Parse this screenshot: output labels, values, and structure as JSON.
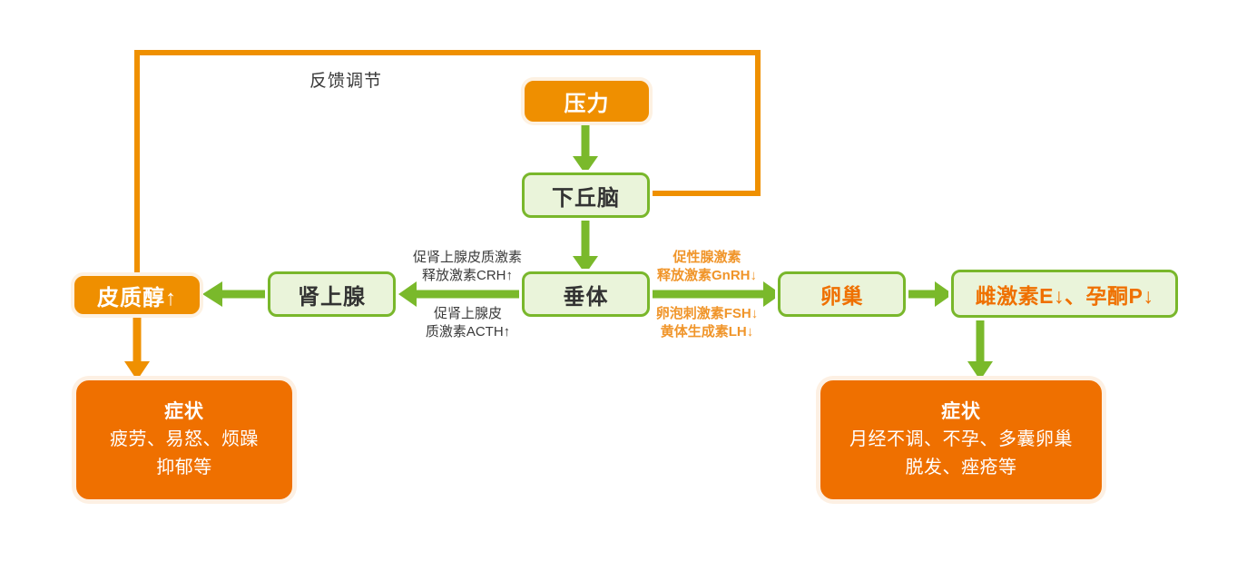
{
  "diagram": {
    "title_note": "反馈调节",
    "colors": {
      "orange_fill": "#ef8f00",
      "orange_symptom": "#ef7000",
      "orange_line": "#ef9000",
      "green_fill": "#eaf4da",
      "green_border": "#79b72b",
      "green_line": "#7ab92b",
      "dark_text": "#333333"
    },
    "nodes": {
      "stress": {
        "label": "压力"
      },
      "hypothalamus": {
        "label": "下丘脑"
      },
      "pituitary": {
        "label": "垂体"
      },
      "adrenal": {
        "label": "肾上腺"
      },
      "cortisol": {
        "label": "皮质醇↑"
      },
      "ovary": {
        "label": "卵巢"
      },
      "sex_hormones": {
        "label": "雌激素E↓、孕酮P↓"
      },
      "symptom_left": {
        "title": "症状",
        "body": "疲劳、易怒、烦躁\n抑郁等"
      },
      "symptom_right": {
        "title": "症状",
        "body": "月经不调、不孕、多囊卵巢\n脱发、痤疮等"
      }
    },
    "edge_labels": {
      "crh": "促肾上腺皮质激素\n释放激素CRH↑",
      "acth": "促肾上腺皮\n质激素ACTH↑",
      "gnrh": "促性腺激素\n释放激素GnRH↓",
      "fsh_lh": "卵泡刺激素FSH↓\n黄体生成素LH↓"
    }
  }
}
